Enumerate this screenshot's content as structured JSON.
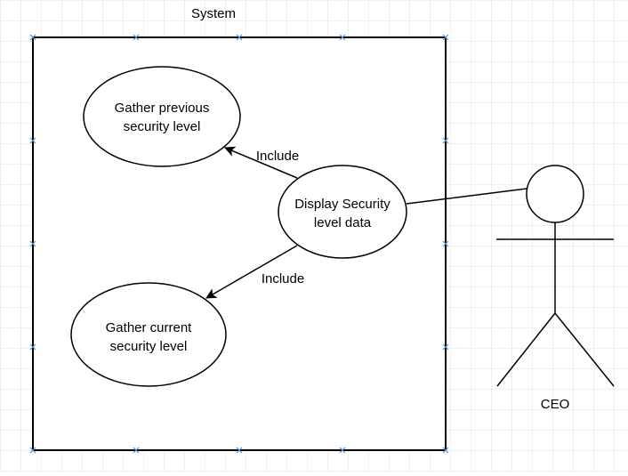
{
  "system": {
    "label": "System"
  },
  "use_cases": {
    "gather_previous": {
      "line1": "Gather previous",
      "line2": "security level"
    },
    "display_security": {
      "line1": "Display Security",
      "line2": "level data"
    },
    "gather_current": {
      "line1": "Gather current",
      "line2": "security level"
    }
  },
  "relations": {
    "include_top": "Include",
    "include_bottom": "Include"
  },
  "actor": {
    "label": "CEO"
  },
  "colors": {
    "grid": "#e2e2e2",
    "stroke": "#000000",
    "handle": "#4a90d9",
    "background": "#ffffff"
  }
}
